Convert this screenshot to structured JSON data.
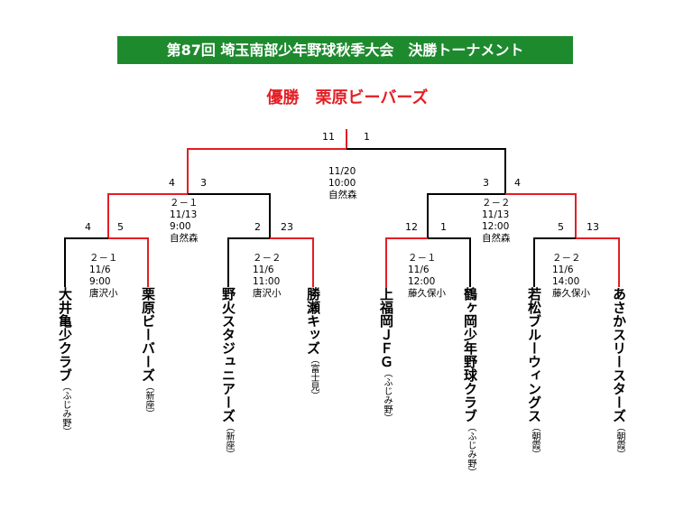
{
  "title": "第87回 埼玉南部少年野球秋季大会　決勝トーナメント",
  "champion": "優勝　栗原ビーバーズ",
  "colors": {
    "title_bg": "#1e8a2e",
    "winner_line": "#e31e24",
    "line": "#000000"
  },
  "final": {
    "score_left": "11",
    "score_right": "1",
    "date": "11/20",
    "time": "10:00",
    "venue": "自然森"
  },
  "semis": [
    {
      "score_left": "4",
      "score_right": "3",
      "match": "２－１",
      "date": "11/13",
      "time": "9:00",
      "venue": "自然森"
    },
    {
      "score_left": "3",
      "score_right": "4",
      "match": "２－２",
      "date": "11/13",
      "time": "12:00",
      "venue": "自然森"
    }
  ],
  "quarters": [
    {
      "score_left": "4",
      "score_right": "5",
      "match": "２－１",
      "date": "11/6",
      "time": "9:00",
      "venue": "唐沢小"
    },
    {
      "score_left": "2",
      "score_right": "23",
      "match": "２－２",
      "date": "11/6",
      "time": "11:00",
      "venue": "唐沢小"
    },
    {
      "score_left": "12",
      "score_right": "1",
      "match": "２－１",
      "date": "11/6",
      "time": "12:00",
      "venue": "藤久保小"
    },
    {
      "score_left": "5",
      "score_right": "13",
      "match": "２－２",
      "date": "11/6",
      "time": "14:00",
      "venue": "藤久保小"
    }
  ],
  "teams": [
    {
      "name": "大井亀少クラブ",
      "region": "（ふじみ野）"
    },
    {
      "name": "栗原ビーバーズ",
      "region": "（新座）"
    },
    {
      "name": "野火スタジュニアーズ",
      "region": "（新座）"
    },
    {
      "name": "勝瀬キッズ",
      "region": "（富士見）"
    },
    {
      "name": "上福岡ＪＦＧ",
      "region": "（ふじみ野）"
    },
    {
      "name": "鶴ヶ岡少年野球クラブ",
      "region": "（ふじみ野）"
    },
    {
      "name": "若松ブルーウィングス",
      "region": "（朝霞）"
    },
    {
      "name": "あさかスリースターズ",
      "region": "（朝霞）"
    }
  ]
}
